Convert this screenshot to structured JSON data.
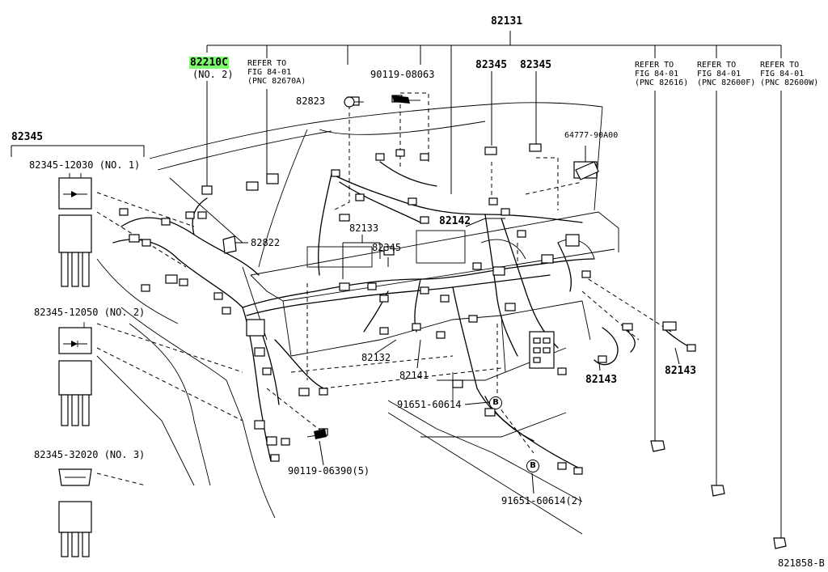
{
  "highlight_color": "#7CFC6C",
  "labels": {
    "p82131": "82131",
    "p82210c": "82210C",
    "p82210c_no": "(NO. 2)",
    "ref_a": [
      "REFER TO",
      "FIG 84-01",
      "(PNC 82670A)"
    ],
    "ref_b": [
      "REFER TO",
      "FIG 84-01",
      "(PNC 82616)"
    ],
    "ref_c": [
      "REFER TO",
      "FIG 84-01",
      "(PNC 82600F)"
    ],
    "ref_d": [
      "REFER TO",
      "FIG 84-01",
      "(PNC 82600W)"
    ],
    "p90119_08063": "90119-08063",
    "p82345_a": "82345",
    "p82345_b": "82345",
    "p82823": "82823",
    "p64777": "64777-90A00",
    "p82345_main": "82345",
    "p82345_12030": "82345-12030 (NO. 1)",
    "p82345_12050": "82345-12050 (NO. 2)",
    "p82345_32020": "82345-32020 (NO. 3)",
    "p82822": "82822",
    "p82133": "82133",
    "p82345_c": "82345",
    "p82142": "82142",
    "p82132": "82132",
    "p82141": "82141",
    "p82143_a": "82143",
    "p82143_b": "82143",
    "p91651_60614": "91651-60614",
    "p90119_06390": "90119-06390(5)",
    "p91651_60614_2": "91651-60614(2)",
    "circle_b1": "B",
    "circle_b2": "B",
    "figure_id": "821858-B"
  },
  "icons": [
    "relay-no1-icon",
    "relay-no2-icon",
    "relay-no3-icon",
    "dashboard-wire-harness-icon",
    "ground-terminal-icon",
    "bolt-icon",
    "clamp-icon"
  ]
}
